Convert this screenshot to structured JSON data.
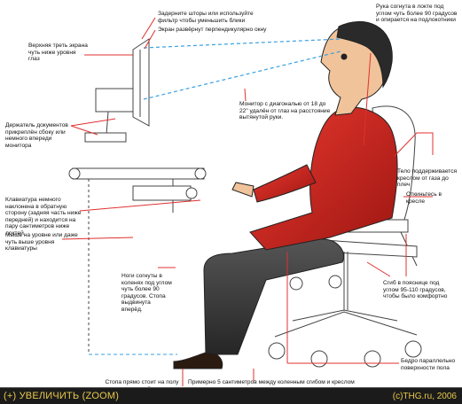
{
  "colors": {
    "accent_red": "#e03030",
    "accent_blue": "#3aa0e0",
    "shirt": "#c8201c",
    "pants": "#3c3c3c",
    "caption_bg": "#1b1b1b",
    "caption_text": "#e8c84a"
  },
  "annotations": {
    "glare": "Задерните шторы или используйте фильтр чтобы уменьшить блики",
    "screen_perp": "Экран развёрнут перпендикулярно окну",
    "top_third": "Верхняя треть экрана чуть ниже уровня глаз",
    "arm_bent": "Рука согнута в локте под углом чуть более 90 градусов и опирается на подлокотники",
    "monitor_dist": "Монитор с диагональю от 18 до 22\" удалён от глаз на расстояние вытянутой руки.",
    "doc_holder": "Держатель документов прикреплён сбоку или немного впереди монитора",
    "back_support": "Тело поддерживается креслом от газа до плеч",
    "lean_back": "Откиньтесь в кресле",
    "keyboard": "Клавиатура немного наклонена в обратную сторону (задняя часть ниже передней) и находится на пару сантиметров ниже локтей",
    "mouse": "Мышь на уровне или даже чуть выше уровня клавиатуры",
    "legs": "Ноги согнуты в коленях под углом чуть более 90 градусов. Стопа выдвинута вперёд.",
    "lumbar": "Сгиб в пояснице под углом 95-110 градусов, чтобы было комфортно",
    "thighs": "Бедро параллельно поверхности пола",
    "knee_gap": "Примерно 5 сантиметров между коленным сгибом и креслом",
    "feet": "Стопа прямо стоит на полу или специальной подставке"
  },
  "caption": {
    "zoom_label": "(+) УВЕЛИЧИТЬ (ZOOM)",
    "copyright": "(c)THG.ru, 2006"
  }
}
